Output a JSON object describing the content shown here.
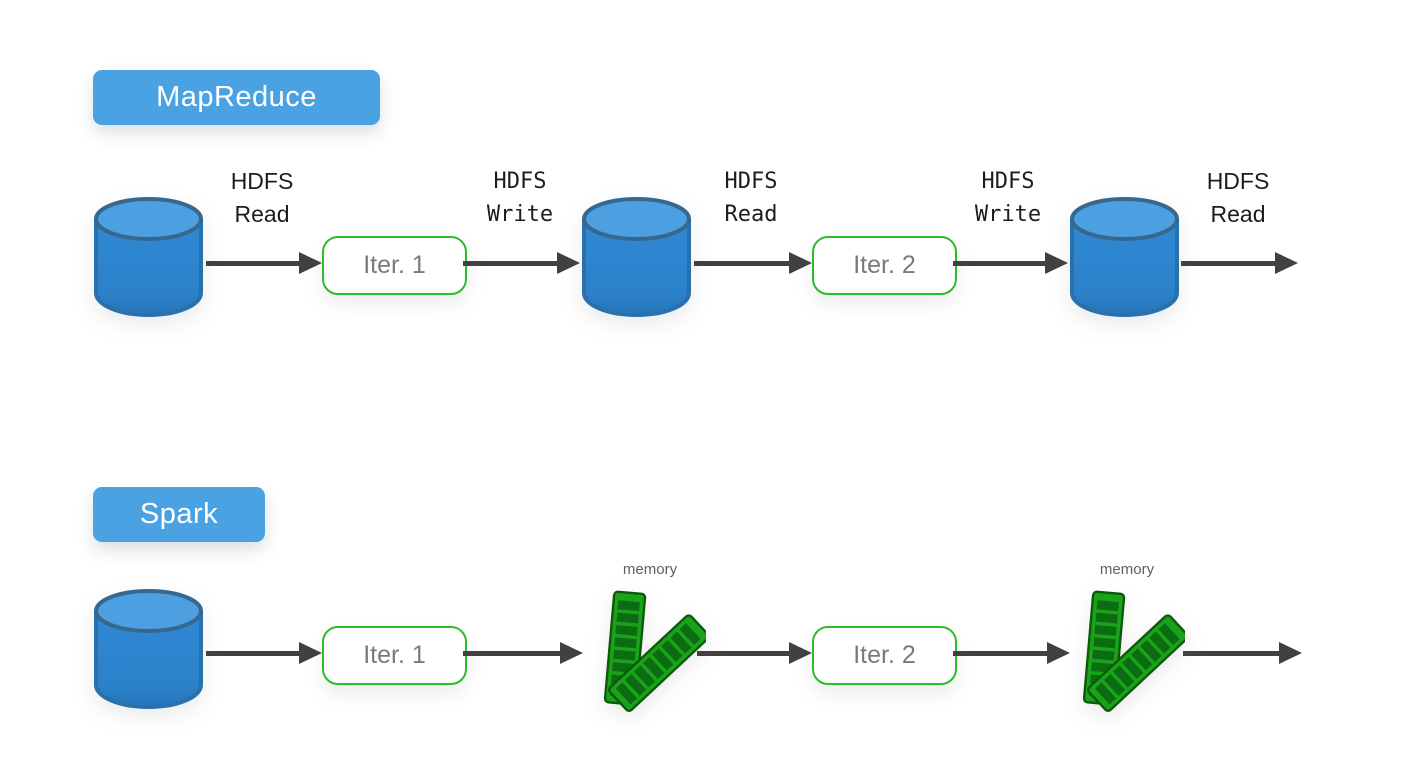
{
  "colors": {
    "badge_blue": "#4aa2e2",
    "arrow_gray": "#414141",
    "iter_border_green": "#2abd2b",
    "iter_text_gray": "#7a7a7a",
    "cylinder_body_blue": "#2e86d0",
    "cylinder_top_blue": "#4c9fe0",
    "ram_green": "#1ba21b",
    "ram_chip_dark_green": "#0c6c11",
    "hdfs_label_dark": "#1d1d1d",
    "memory_label_gray": "#5f5f5f"
  },
  "mapreduce": {
    "badge": "MapReduce",
    "labels": [
      {
        "line1": "HDFS",
        "line2": "Read"
      },
      {
        "line1": "HDFS",
        "line2": "Write"
      },
      {
        "line1": "HDFS",
        "line2": "Read"
      },
      {
        "line1": "HDFS",
        "line2": "Write"
      },
      {
        "line1": "HDFS",
        "line2": "Read"
      }
    ],
    "iter_boxes": [
      "Iter. 1",
      "Iter. 2"
    ]
  },
  "spark": {
    "badge": "Spark",
    "iter_boxes": [
      "Iter. 1",
      "Iter. 2"
    ],
    "memory_labels": [
      "memory",
      "memory"
    ]
  }
}
